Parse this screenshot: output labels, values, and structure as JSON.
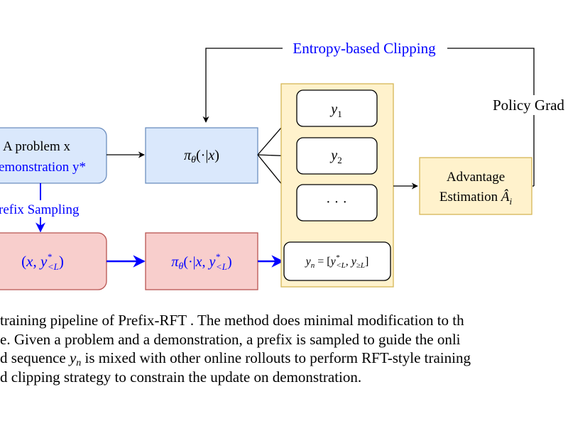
{
  "colors": {
    "blue_fill": "#dae8fc",
    "blue_stroke": "#6c8ebf",
    "red_fill": "#f8cecc",
    "red_stroke": "#b85450",
    "yellow_fill": "#fff2cc",
    "yellow_stroke": "#d6b656",
    "blue_text": "#0000ff",
    "blue_arrow": "#0000ff"
  },
  "diagram": {
    "problem_box": {
      "line1": "A problem x",
      "line2": "emonstration y*"
    },
    "policy_box": {
      "label": "πθ(·|x)"
    },
    "prefix_sampling_label": "refix Sampling",
    "prefix_pair_box": {
      "label": "(x, y*<L)"
    },
    "prefix_policy_box": {
      "label": "πθ(·|x, y*<L)"
    },
    "rollouts": [
      "y1",
      "y2",
      "· · ·"
    ],
    "mixed_rollout_label": "yn = [y*<L, y≥L]",
    "advantage_box": {
      "line1": "Advantage",
      "line2": "Estimation Âi"
    },
    "entropy_clipping_label": "Entropy-based Clipping",
    "policy_gradient_label": "Policy Grad"
  },
  "caption": {
    "line1_a": "training pipeline of Prefix-RFT . The method does minimal modification to th",
    "line2_a": "e. Given a problem and a demonstration, a prefix is sampled to guide the onli",
    "line3_a": "d sequence ",
    "line3_var": "y",
    "line3_sub": "n",
    "line3_b": " is mixed with other online rollouts to perform RFT-style training",
    "line4_a": "d clipping strategy to constrain the update on demonstration."
  }
}
